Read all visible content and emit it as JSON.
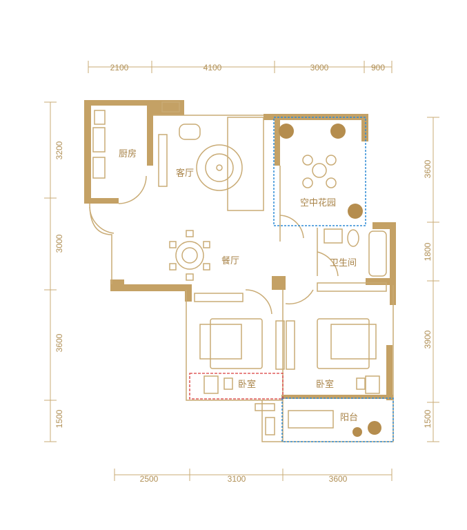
{
  "colors": {
    "wall": "#c4a165",
    "line": "#c9ab75",
    "garden_outline": "#2e8bd6",
    "highlight_outline": "#d93b3b"
  },
  "rooms": {
    "kitchen": "厨房",
    "living_room": "客厅",
    "sky_garden": "空中花园",
    "dining_room": "餐厅",
    "bathroom": "卫生间",
    "bedroom_left": "卧室",
    "bedroom_right": "卧室",
    "balcony": "阳台"
  },
  "dimensions": {
    "top": [
      "2100",
      "4100",
      "3000",
      "900"
    ],
    "bottom": [
      "2500",
      "3100",
      "3600"
    ],
    "left": [
      "3200",
      "3000",
      "3600",
      "1500"
    ],
    "right": [
      "3600",
      "1800",
      "3900",
      "1500"
    ]
  }
}
